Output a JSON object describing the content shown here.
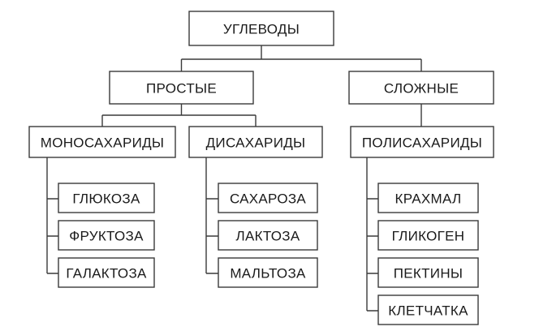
{
  "diagram": {
    "root": "УГЛЕВОДЫ",
    "groups": [
      {
        "label": "ПРОСТЫЕ",
        "categories": [
          {
            "label": "МОНОСАХАРИДЫ",
            "items": [
              "ГЛЮКОЗА",
              "ФРУКТОЗА",
              "ГАЛАКТОЗА"
            ]
          },
          {
            "label": "ДИСАХАРИДЫ",
            "items": [
              "САХАРОЗА",
              "ЛАКТОЗА",
              "МАЛЬТОЗА"
            ]
          }
        ]
      },
      {
        "label": "СЛОЖНЫЕ",
        "categories": [
          {
            "label": "ПОЛИСАХАРИДЫ",
            "items": [
              "КРАХМАЛ",
              "ГЛИКОГЕН",
              "ПЕКТИНЫ",
              "КЛЕТЧАТКА"
            ]
          }
        ]
      }
    ]
  }
}
